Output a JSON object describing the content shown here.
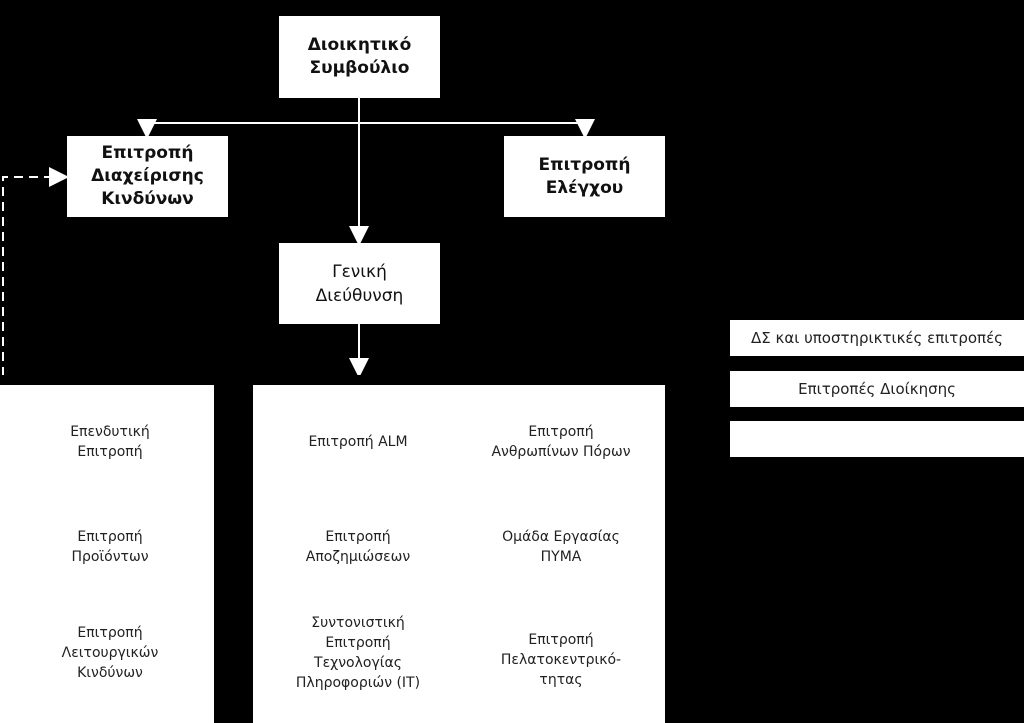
{
  "board": {
    "line1": "Διοικητικό",
    "line2": "Συμβούλιο"
  },
  "risk_committee": {
    "line1": "Επιτροπή",
    "line2": "Διαχείρισης",
    "line3": "Κινδύνων"
  },
  "audit_committee": {
    "line1": "Επιτροπή",
    "line2": "Ελέγχου"
  },
  "general_management": {
    "line1": "Γενική",
    "line2": "Διεύθυνση"
  },
  "left_panel": [
    {
      "lines": [
        "Επενδυτική",
        "Επιτροπή"
      ]
    },
    {
      "lines": [
        "Επιτροπή",
        "Προϊόντων"
      ]
    },
    {
      "lines": [
        "Επιτροπή",
        "Λειτουργικών",
        "Κινδύνων"
      ]
    }
  ],
  "right_panel": [
    {
      "lines": [
        "Επιτροπή ALM"
      ]
    },
    {
      "lines": [
        "Επιτροπή",
        "Ανθρωπίνων Πόρων"
      ]
    },
    {
      "lines": [
        "Επιτροπή",
        "Αποζημιώσεων"
      ]
    },
    {
      "lines": [
        "Ομάδα Εργασίας",
        "ΠΥΜΑ"
      ]
    },
    {
      "lines": [
        "Συντονιστική",
        "Επιτροπή",
        "Τεχνολογίας",
        "Πληροφοριών (IT)"
      ]
    },
    {
      "lines": [
        "Επιτροπή",
        "Πελατοκεντρικό-",
        "τητας"
      ]
    }
  ],
  "legend": {
    "item1": "ΔΣ και υποστηρικτικές επιτροπές",
    "item2": "Επιτροπές Διοίκησης",
    "item3": ""
  },
  "colors": {
    "background": "#000000",
    "box": "#ffffff",
    "text": "#111111"
  }
}
